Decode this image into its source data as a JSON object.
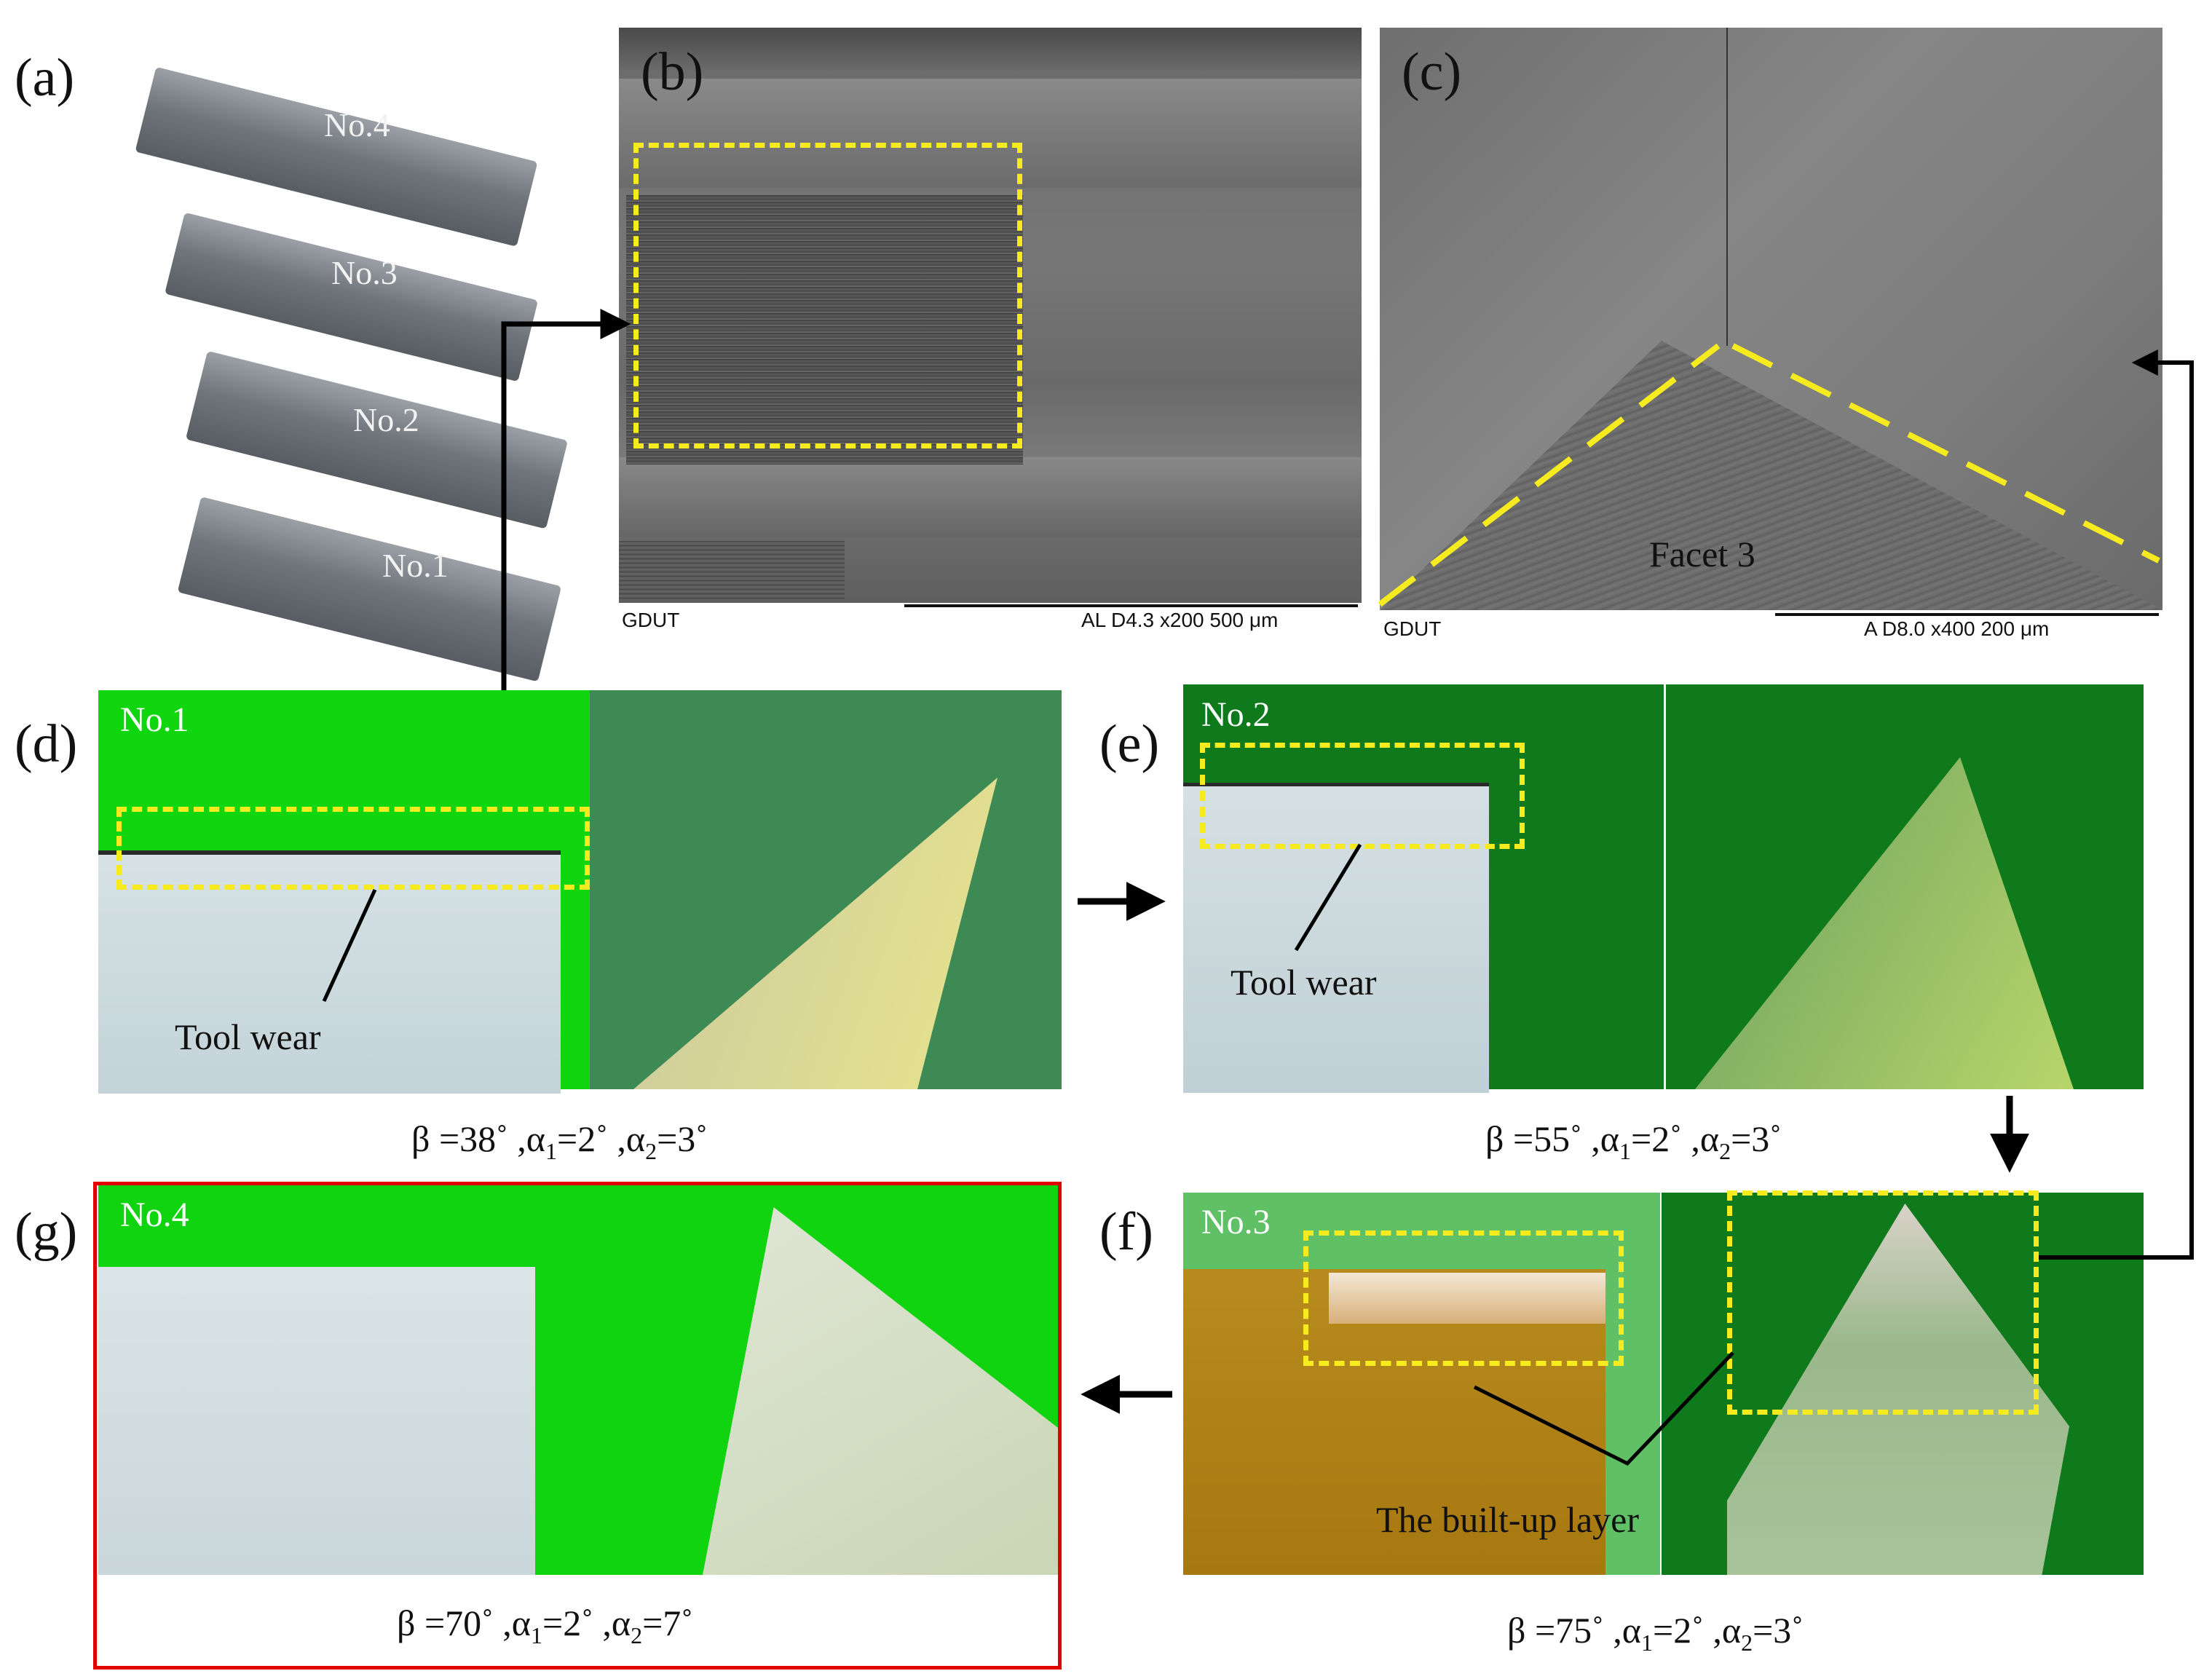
{
  "panel_labels": {
    "a": "(a)",
    "b": "(b)",
    "c": "(c)",
    "d": "(d)",
    "e": "(e)",
    "f": "(f)",
    "g": "(g)"
  },
  "tools": {
    "no4": "No.4",
    "no3": "No.3",
    "no2": "No.2",
    "no1": "No.1"
  },
  "sem_b": {
    "logo": "GDUT",
    "scale_text": "AL   D4.3   x200      500 μm"
  },
  "sem_c": {
    "logo": "GDUT",
    "facet_label": "Facet 3",
    "scale_text": "A      D8.0   x400      200 μm"
  },
  "panel_d": {
    "tag": "No.1",
    "annotation": "Tool wear",
    "caption": {
      "beta": "β =38˚",
      "a1": "2˚",
      "a2": "3˚"
    }
  },
  "panel_e": {
    "tag": "No.2",
    "annotation": "Tool wear",
    "caption": {
      "beta": "β =55˚",
      "a1": "2˚",
      "a2": "3˚"
    }
  },
  "panel_f": {
    "tag": "No.3",
    "annotation": "The built-up layer",
    "caption": {
      "beta": "β =75˚",
      "a1": "2˚",
      "a2": "3˚"
    }
  },
  "panel_g": {
    "tag": "No.4",
    "caption": {
      "beta": "β =70˚",
      "a1": "2˚",
      "a2": "7˚"
    }
  },
  "colors": {
    "bright_green": "#0fd40f",
    "dark_green": "#0f7a1c",
    "highlight_yellow": "#f5eb1e",
    "frame_red": "#e00000"
  }
}
